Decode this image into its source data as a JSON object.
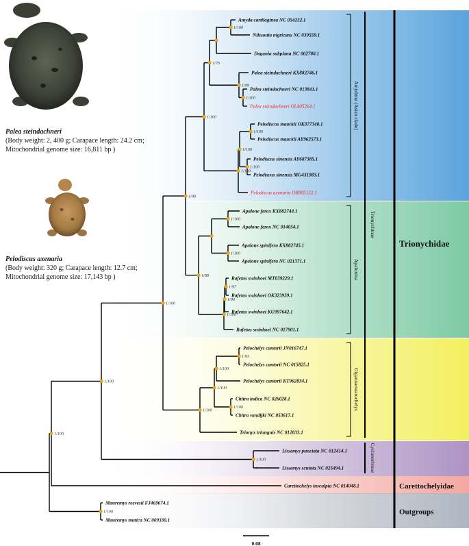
{
  "photos": [
    {
      "species": "Palea steindachneri",
      "details": "(Body weight: 2, 400 g;  Carapace length: 24.2 cm;",
      "genome": "Mitochondrial genome size: 16,811 bp )"
    },
    {
      "species": "Pelodiscus axenaria",
      "details": "(Body weight: 320 g; Carapace length: 12.7 cm;",
      "genome": "Mitochondrial genome size: 17,143 bp )"
    }
  ],
  "tips": [
    {
      "id": "t0",
      "label": "Amyda cartilaginea NC 054232.1"
    },
    {
      "id": "t1",
      "label": "Nilssonia nigricans NC 039559.1"
    },
    {
      "id": "t2",
      "label": "Dogania subplana NC 002780.1"
    },
    {
      "id": "t3",
      "label": "Palea steindachneri KX882746.1"
    },
    {
      "id": "t4",
      "label": "Palea steindachneri NC 013841.1"
    },
    {
      "id": "t5",
      "label": "Palea steindachneri OL405264.1",
      "highlight": true
    },
    {
      "id": "t6",
      "label": "Pelodiscus maackii OK377340.1"
    },
    {
      "id": "t7",
      "label": "Pelodiscus maackii AY962573.1"
    },
    {
      "id": "t8",
      "label": "Pelodiscus sinensis AY687385.1"
    },
    {
      "id": "t9",
      "label": "Pelodiscus sinensis MG431983.1"
    },
    {
      "id": "t10",
      "label": "Pelodiscus axenaria OR805132.1",
      "highlight": true
    },
    {
      "id": "t11",
      "label": "Apalone ferox KX882744.1"
    },
    {
      "id": "t12",
      "label": "Apalone ferox NC 014054.1"
    },
    {
      "id": "t13",
      "label": "Apalone spinifera KX882745.1"
    },
    {
      "id": "t14",
      "label": "Apalone spinifera NC 021371.1"
    },
    {
      "id": "t15",
      "label": "Rafetus swinhoei MT039229.1"
    },
    {
      "id": "t16",
      "label": "Rafetus swinhoei OK323959.1"
    },
    {
      "id": "t17",
      "label": "Rafetus swinhoei KU997642.1"
    },
    {
      "id": "t18",
      "label": "Rafetus swinhoei NC 017901.1"
    },
    {
      "id": "t19",
      "label": "Pelochelys cantorii JN016747.1"
    },
    {
      "id": "t20",
      "label": "Pelochelys cantorii NC 015825.1"
    },
    {
      "id": "t21",
      "label": "Pelochelys cantorii KT962834.1"
    },
    {
      "id": "t22",
      "label": "Chitra indica NC 026028.1"
    },
    {
      "id": "t23",
      "label": "Chitra vandijki NC 053617.1"
    },
    {
      "id": "t24",
      "label": "Trionyx triunguis NC 012833.1"
    },
    {
      "id": "t25",
      "label": "Lissemys punctata NC 012414.1"
    },
    {
      "id": "t26",
      "label": "Lissemys scutata NC 025494.1"
    },
    {
      "id": "t27",
      "label": "Carettochelys insculpta NC 014048.1"
    },
    {
      "id": "t28",
      "label": "Mauremys reevesii FJ469674.1"
    },
    {
      "id": "t29",
      "label": "Mauremys mutica NC 009330.1"
    }
  ],
  "nodes": [
    {
      "id": "n0",
      "children": [
        "t0",
        "t1"
      ],
      "support": "1/100"
    },
    {
      "id": "n1",
      "children": [
        "n0",
        "t2"
      ],
      "support": ""
    },
    {
      "id": "n2",
      "children": [
        "t4",
        "t5"
      ],
      "support": "1/100"
    },
    {
      "id": "n3",
      "children": [
        "t3",
        "n2"
      ],
      "support": "1/99"
    },
    {
      "id": "n4",
      "children": [
        "n1",
        "n3"
      ],
      "support": "1/76"
    },
    {
      "id": "n5",
      "children": [
        "t6",
        "t7"
      ],
      "support": "1/100"
    },
    {
      "id": "n6",
      "children": [
        "t8",
        "t9"
      ],
      "support": "1/100"
    },
    {
      "id": "n7",
      "children": [
        "n5",
        "n6"
      ],
      "support": "1/100"
    },
    {
      "id": "n8",
      "children": [
        "n7",
        "t10"
      ],
      "support": "1/100"
    },
    {
      "id": "n9",
      "children": [
        "n4",
        "n8"
      ],
      "support": "1/100"
    },
    {
      "id": "n10",
      "children": [
        "t11",
        "t12"
      ],
      "support": "1/100"
    },
    {
      "id": "n11",
      "children": [
        "t13",
        "t14"
      ],
      "support": "1/100"
    },
    {
      "id": "n12",
      "children": [
        "n10",
        "n11"
      ],
      "support": ""
    },
    {
      "id": "n13",
      "children": [
        "t15",
        "t16"
      ],
      "support": "1/97"
    },
    {
      "id": "n14",
      "children": [
        "n13",
        "t17"
      ],
      "support": "1/90"
    },
    {
      "id": "n15",
      "children": [
        "n14",
        "t18"
      ],
      "support": "1/100"
    },
    {
      "id": "n16",
      "children": [
        "n12",
        "n15"
      ],
      "support": "1/88"
    },
    {
      "id": "n17",
      "children": [
        "n9",
        "n16"
      ],
      "support": "1/99"
    },
    {
      "id": "n18",
      "children": [
        "t19",
        "t20"
      ],
      "support": "1/93"
    },
    {
      "id": "n19",
      "children": [
        "n18",
        "t21"
      ],
      "support": "1/100"
    },
    {
      "id": "n20",
      "children": [
        "t22",
        "t23"
      ],
      "support": "1/100"
    },
    {
      "id": "n21",
      "children": [
        "n19",
        "n20"
      ],
      "support": "1/100"
    },
    {
      "id": "n22",
      "children": [
        "n21",
        "t24"
      ],
      "support": "1/100"
    },
    {
      "id": "n23",
      "children": [
        "n17",
        "n22"
      ],
      "support": "1/100"
    },
    {
      "id": "n24",
      "children": [
        "t25",
        "t26"
      ],
      "support": "1/100"
    },
    {
      "id": "n25",
      "children": [
        "n23",
        "n24"
      ],
      "support": "1/100"
    },
    {
      "id": "n26",
      "children": [
        "n25",
        "t27"
      ],
      "support": "1/100"
    },
    {
      "id": "n27",
      "children": [
        "t28",
        "t29"
      ],
      "support": "1/100"
    },
    {
      "id": "root",
      "children": [
        "n26",
        "n27"
      ],
      "support": ""
    }
  ],
  "inner_clades": [
    {
      "label": "Amydona (Asian clade)",
      "first": "t0",
      "last": "t10"
    },
    {
      "label": "Apalonina",
      "first": "t11",
      "last": "t18"
    },
    {
      "label": "Gigantaesuarochelys",
      "first": "t19",
      "last": "t24"
    }
  ],
  "subfamilies": [
    {
      "label": "Trionychinae",
      "first": "t0",
      "last": "t24"
    },
    {
      "label": "Cyclanorbinae",
      "first": "t25",
      "last": "t26"
    }
  ],
  "families": [
    {
      "label": "Trionychidae",
      "first": "t0",
      "last": "t26"
    },
    {
      "label": "Carettochelyidae",
      "first": "t27",
      "last": "t27"
    },
    {
      "label": "Outgroups",
      "first": "t28",
      "last": "t29"
    }
  ],
  "bands": [
    {
      "name": "amydona",
      "color": "#5aa4dc",
      "first": "t0",
      "last": "t10"
    },
    {
      "name": "apalonina",
      "color": "#7dcaa4",
      "first": "t11",
      "last": "t18"
    },
    {
      "name": "gigantaesuarochelys",
      "color": "#f3ef60",
      "first": "t19",
      "last": "t24"
    },
    {
      "name": "cyclanorbinae",
      "color": "#ad93c4",
      "first": "t25",
      "last": "t26"
    },
    {
      "name": "carettochelyidae",
      "color": "#f4a8a0",
      "first": "t27",
      "last": "t27"
    },
    {
      "name": "outgroups",
      "color": "#aeb6c0",
      "first": "t28",
      "last": "t29"
    }
  ],
  "scale_bar": {
    "label": "0.08"
  },
  "colors": {
    "branch": "#000000",
    "node": "#f0a818",
    "highlight": "#e8202a"
  }
}
